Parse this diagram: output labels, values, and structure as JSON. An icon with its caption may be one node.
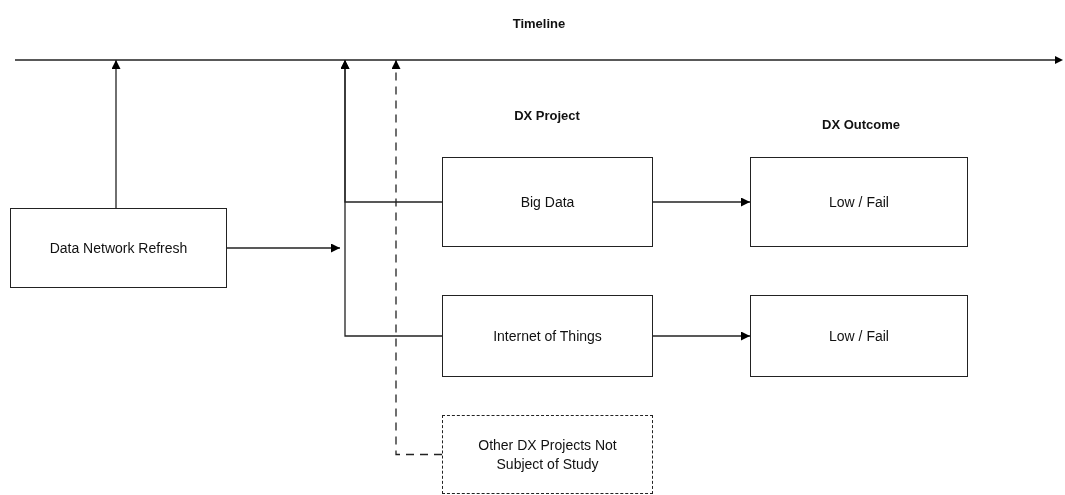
{
  "diagram": {
    "nodes": [
      {
        "text": [
          "Timeline"
        ]
      },
      {
        "text": [
          "Data Network Refresh"
        ]
      },
      {
        "text": [
          "Big Data"
        ]
      },
      {
        "text": [
          "Low / Fail"
        ]
      },
      {
        "text": [
          "Internet of Things"
        ]
      },
      {
        "text": [
          "Low / Fail"
        ]
      },
      {
        "text": [
          "Other DX Projects Not Subject of Study"
        ]
      }
    ],
    "edges": [
      {
        "from": 1,
        "to": 0,
        "arrow": "to"
      },
      {
        "from": 1,
        "to": null,
        "arrow": "to"
      },
      {
        "from": 2,
        "to": 0,
        "arrow": "to"
      },
      {
        "from": 4,
        "to": 0,
        "arrow": "to"
      },
      {
        "from": 6,
        "to": 0,
        "arrow": "to",
        "style": "dashed"
      },
      {
        "from": 2,
        "to": 3,
        "arrow": "to"
      },
      {
        "from": 4,
        "to": 5,
        "arrow": "to"
      }
    ],
    "labels": [
      "DX Project",
      "DX Outcome"
    ]
  }
}
